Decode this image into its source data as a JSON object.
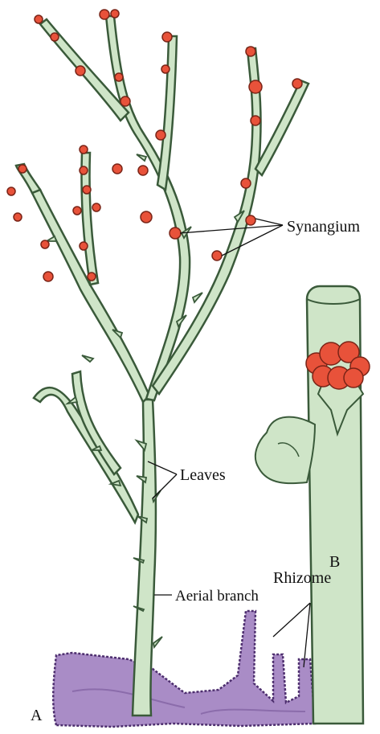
{
  "labels": {
    "synangium": "Synangium",
    "leaves": "Leaves",
    "aerial_branch": "Aerial branch",
    "rhizome": "Rhizome",
    "panel_a": "A",
    "panel_b": "B"
  },
  "colors": {
    "stem_fill": "#cfe5c8",
    "stem_outline": "#3a5a3a",
    "synangium": "#e8523a",
    "rhizome_fill": "#a98cc6",
    "rhizome_outline": "#4d2e6e",
    "leader_lines": "#111111"
  }
}
